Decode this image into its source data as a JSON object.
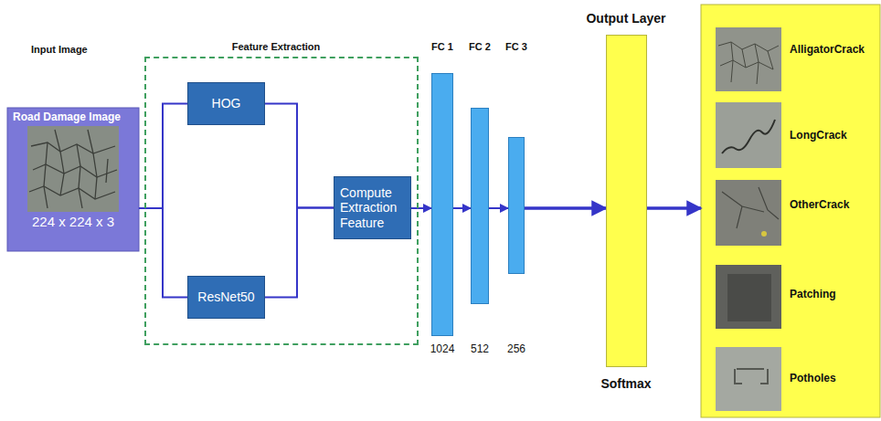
{
  "diagram": {
    "nodes": [
      {
        "text": [
          "Road Damage Image",
          "224 x 224 x 3"
        ]
      },
      {
        "text": [
          "Feature Extraction"
        ]
      },
      {
        "text": [
          "HOG"
        ],
        "in": 1
      },
      {
        "text": [
          "ResNet50"
        ],
        "in": 1
      },
      {
        "text": [
          "Compute Extraction Feature"
        ],
        "in": 1
      },
      {
        "text": [
          "FC 1",
          "1024"
        ]
      },
      {
        "text": [
          "FC 2",
          "512"
        ]
      },
      {
        "text": [
          "FC 3",
          "256"
        ]
      },
      {
        "text": [
          "Output Layer",
          "Softmax"
        ]
      },
      {
        "text": [
          "AlligatorCrack",
          "LongCrack",
          "OtherCrack",
          "Patching",
          "Potholes"
        ]
      }
    ],
    "edges": [
      {
        "from": 0,
        "to": 2,
        "arrow": "none"
      },
      {
        "from": 0,
        "to": 3,
        "arrow": "none"
      },
      {
        "from": 2,
        "to": 4,
        "arrow": "none"
      },
      {
        "from": 3,
        "to": 4,
        "arrow": "none"
      },
      {
        "from": 4,
        "to": 5,
        "arrow": "to"
      },
      {
        "from": 5,
        "to": 6,
        "arrow": "to"
      },
      {
        "from": 6,
        "to": 7,
        "arrow": "to"
      },
      {
        "from": 7,
        "to": 8,
        "arrow": "to"
      },
      {
        "from": 8,
        "to": 9,
        "arrow": "to"
      }
    ],
    "labels": [
      "Input Image"
    ]
  }
}
